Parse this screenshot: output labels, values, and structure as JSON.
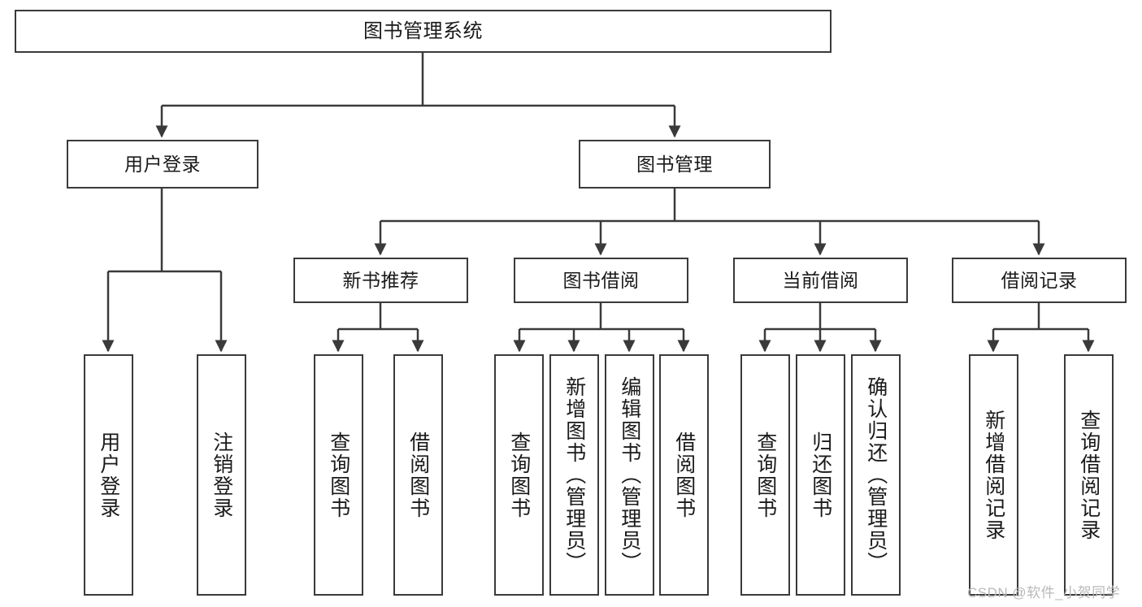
{
  "diagram": {
    "title": "图书管理系统",
    "type": "tree-hierarchy-chart",
    "root": {
      "id": "root",
      "label": "图书管理系统"
    },
    "level1": [
      {
        "id": "user-login",
        "label": "用户登录"
      },
      {
        "id": "book-management",
        "label": "图书管理"
      }
    ],
    "level2": [
      {
        "id": "new-book-recommend",
        "label": "新书推荐"
      },
      {
        "id": "book-borrow",
        "label": "图书借阅"
      },
      {
        "id": "current-borrow",
        "label": "当前借阅"
      },
      {
        "id": "borrow-record",
        "label": "借阅记录"
      }
    ],
    "leaves": {
      "user_login": [
        {
          "id": "leaf-user-login",
          "label": "用户登录"
        },
        {
          "id": "leaf-logout",
          "label": "注销登录"
        }
      ],
      "new_book_recommend": [
        {
          "id": "leaf-query-book-1",
          "label": "查询图书"
        },
        {
          "id": "leaf-borrow-book-1",
          "label": "借阅图书"
        }
      ],
      "book_borrow": [
        {
          "id": "leaf-query-book-2",
          "label": "查询图书"
        },
        {
          "id": "leaf-add-book",
          "label": "新增图书（管理员）"
        },
        {
          "id": "leaf-edit-book",
          "label": "编辑图书（管理员）"
        },
        {
          "id": "leaf-borrow-book-2",
          "label": "借阅图书"
        }
      ],
      "current_borrow": [
        {
          "id": "leaf-query-book-3",
          "label": "查询图书"
        },
        {
          "id": "leaf-return-book",
          "label": "归还图书"
        },
        {
          "id": "leaf-confirm-return",
          "label": "确认归还（管理员）"
        }
      ],
      "borrow_record": [
        {
          "id": "leaf-add-record",
          "label": "新增借阅记录"
        },
        {
          "id": "leaf-query-record",
          "label": "查询借阅记录"
        }
      ]
    }
  },
  "watermark": {
    "text": "CSDN @软件_小贺同学"
  },
  "colors": {
    "stroke": "#3a3a3a",
    "box_fill": "#ffffff",
    "text": "#1a1a1a",
    "watermark": "#b9b9b9",
    "background": "#ffffff"
  }
}
